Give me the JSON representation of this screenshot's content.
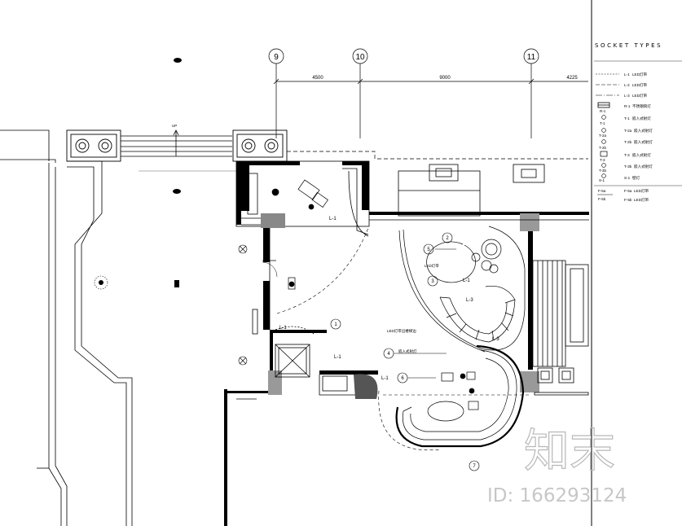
{
  "legend": {
    "title": "SOCKET TYPES",
    "items": [
      {
        "code": "L-1",
        "desc": "LED灯带"
      },
      {
        "code": "L-2",
        "desc": "LED灯带"
      },
      {
        "code": "L-3",
        "desc": "LED灯带"
      },
      {
        "code": "R-1",
        "desc": "不锈钢筒灯"
      },
      {
        "code": "T-1",
        "desc": "嵌入式射灯"
      },
      {
        "code": "T-2a",
        "desc": "嵌入式射灯"
      },
      {
        "code": "T-2b",
        "desc": "嵌入式射灯"
      },
      {
        "code": "T-3",
        "desc": "嵌入式射灯"
      },
      {
        "code": "T-3b",
        "desc": "嵌入式射灯"
      },
      {
        "code": "S-1",
        "desc": "壁灯"
      },
      {
        "code": "F-5a",
        "desc": "LED灯带"
      },
      {
        "code": "F-5b",
        "desc": "LED灯带"
      }
    ],
    "legend_marks": [
      "R-1",
      "T-1",
      "T-2a",
      "T-2b",
      "T-3",
      "T-3b",
      "S-1",
      "F-5a",
      "F-5b"
    ]
  },
  "grid": {
    "axes": [
      "9",
      "10",
      "11"
    ],
    "dimensions": [
      "4500",
      "9000",
      "4225"
    ]
  },
  "plan": {
    "stair_label": "UP",
    "fixture_labels": [
      "L-1",
      "L-1",
      "L-1",
      "L-1",
      "L-1",
      "L-3",
      "L-3"
    ],
    "callouts": [
      "1",
      "2",
      "3",
      "4",
      "5",
      "6",
      "7"
    ],
    "notes": [
      "LED灯带",
      "LED灯带沿楼梯边",
      "嵌入式射灯"
    ]
  },
  "watermark": {
    "text": "知末",
    "id_text": "ID: 166293124"
  }
}
